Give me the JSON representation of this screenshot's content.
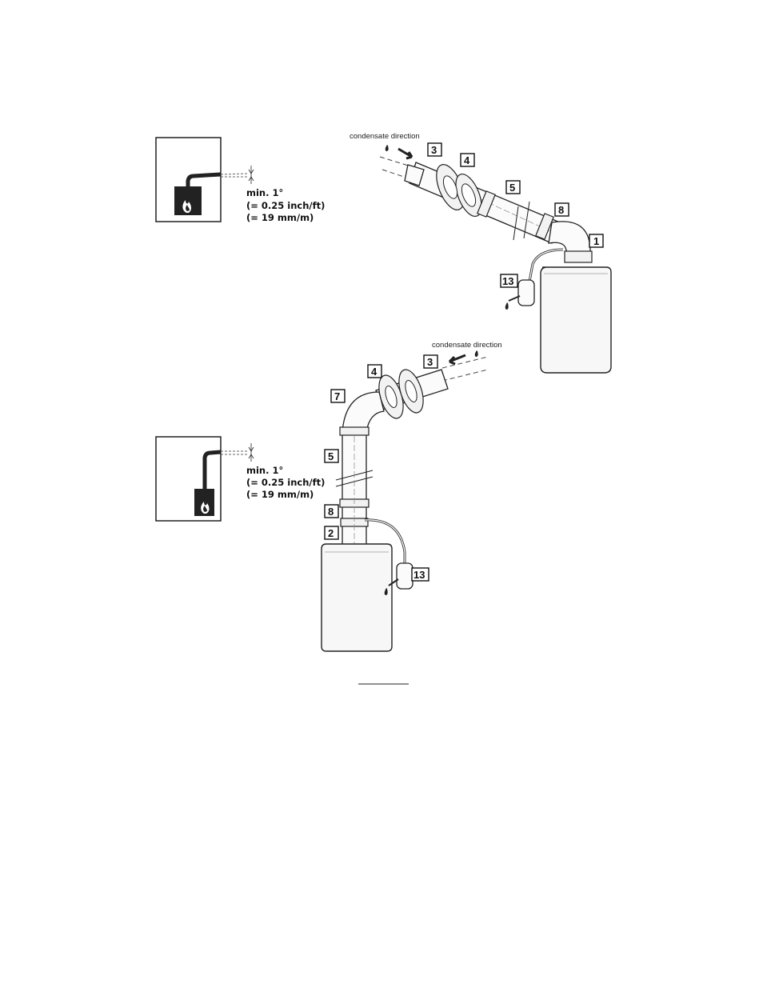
{
  "diagram": {
    "condensate_label": "condensate direction",
    "slope_note": {
      "line1": "min. 1°",
      "line2": "(= 0.25 inch/ft)",
      "line3": "(= 19 mm/m)"
    },
    "top_labels": {
      "l3": "3",
      "l4": "4",
      "l5": "5",
      "l8": "8",
      "l1": "1",
      "l13": "13"
    },
    "bottom_labels": {
      "l3": "3",
      "l4": "4",
      "l7": "7",
      "l5": "5",
      "l8": "8",
      "l2": "2",
      "l13": "13"
    }
  },
  "icons": [
    "flame-icon",
    "condensate-drop-icon",
    "arrow-icon"
  ]
}
